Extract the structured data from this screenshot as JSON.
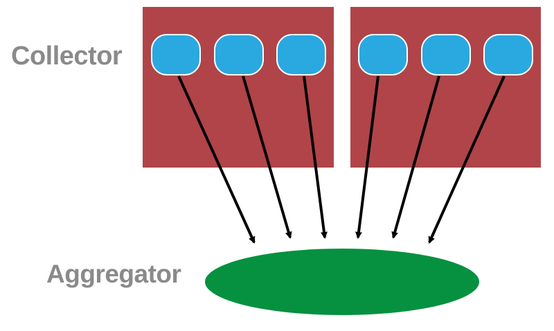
{
  "labels": {
    "collector": "Collector",
    "aggregator": "Aggregator"
  },
  "colors": {
    "collector_box": "#b04449",
    "collector_node": "#29a9df",
    "node_border": "#ffffff",
    "aggregator": "#05913f",
    "arrow": "#000000",
    "label_text": "#8a8a8a"
  },
  "collector_groups": [
    {
      "nodes": 3
    },
    {
      "nodes": 3
    }
  ]
}
